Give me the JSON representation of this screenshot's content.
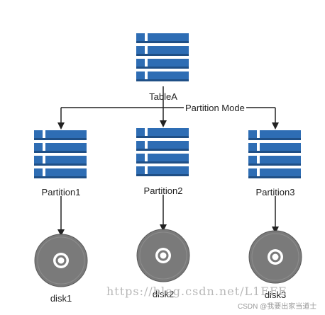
{
  "diagram": {
    "source_table": {
      "label": "TableA"
    },
    "split_label": "Partition Mode",
    "partitions": [
      {
        "label": "Partition1",
        "disk": "disk1"
      },
      {
        "label": "Partition2",
        "disk": "disk2"
      },
      {
        "label": "Partition3",
        "disk": "disk3"
      }
    ]
  },
  "colors": {
    "table_block": "#2e6db4",
    "disk_body": "#7a7a7a",
    "arrow": "#222222"
  },
  "icons": {
    "table": "table-icon",
    "disk": "disk-icon"
  },
  "watermark": {
    "url": "https://blog.csdn.net/L1EFE",
    "credit": "CSDN @我要出家当道士"
  }
}
